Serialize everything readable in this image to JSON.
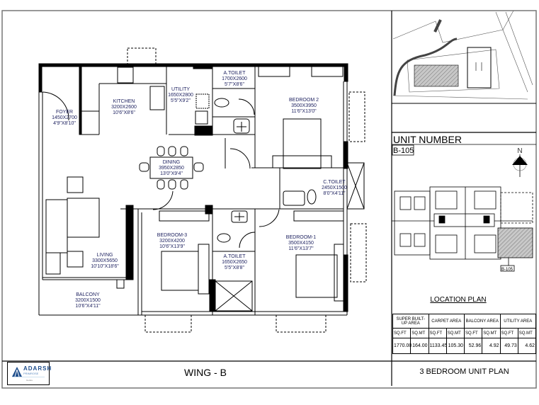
{
  "rooms": [
    {
      "name": "FOYER",
      "size_mm": "1450X2700",
      "size_ft": "4'9\"X8'10\""
    },
    {
      "name": "KITCHEN",
      "size_mm": "3200X2600",
      "size_ft": "10'6\"X8'6\""
    },
    {
      "name": "UTILITY",
      "size_mm": "1650X2800",
      "size_ft": "5'5\"X9'2\""
    },
    {
      "name": "A.TOILET",
      "size_mm": "1700X2600",
      "size_ft": "5'7\"X8'6\""
    },
    {
      "name": "BEDROOM 2",
      "size_mm": "3500X3950",
      "size_ft": "11'6\"X13'0\""
    },
    {
      "name": "DINING",
      "size_mm": "3950X2850",
      "size_ft": "13'0\"X9'4\""
    },
    {
      "name": "C.TOILET",
      "size_mm": "2450X1500",
      "size_ft": "8'0\"X4'11\""
    },
    {
      "name": "LIVING",
      "size_mm": "3300X5650",
      "size_ft": "10'10\"X18'6\""
    },
    {
      "name": "BEDROOM-3",
      "size_mm": "3200X4200",
      "size_ft": "10'6\"X13'9\""
    },
    {
      "name": "A.TOILET",
      "size_mm": "1650X2650",
      "size_ft": "5'5\"X8'8\""
    },
    {
      "name": "BEDROOM-1",
      "size_mm": "3500X4150",
      "size_ft": "11'6\"X13'7\""
    },
    {
      "name": "BALCONY",
      "size_mm": "3200X1500",
      "size_ft": "10'6\"X4'11\""
    }
  ],
  "side_panel": {
    "unit_number_label": "UNIT NUMBER",
    "unit_number": "B-105",
    "north_label": "N",
    "location_tag": "B-105",
    "location_plan_title": "LOCATION PLAN"
  },
  "area_table": {
    "groups": [
      "SUPER BUILT-UP AREA",
      "CARPET AREA",
      "BALCONY AREA",
      "UTILITY AREA"
    ],
    "units": [
      "SQ.FT",
      "SQ.MT",
      "SQ.FT",
      "SQ.MT",
      "SQ.FT",
      "SQ.MT",
      "SQ.FT",
      "SQ.MT"
    ],
    "values": [
      "1770.00",
      "164.00",
      "1133.45",
      "105.30",
      "52.96",
      "4.92",
      "49.73",
      "4.62"
    ]
  },
  "footer": {
    "logo_brand": "ADARSH",
    "logo_sub": "PRIMROSE",
    "logo_tag": "Centre",
    "wing": "WING - B",
    "plan_title": "3 BEDROOM UNIT PLAN"
  },
  "colors": {
    "label_text": "#1b1f5e",
    "logo_blue": "#1f4e8c",
    "hatch": "#9a9a9a"
  }
}
